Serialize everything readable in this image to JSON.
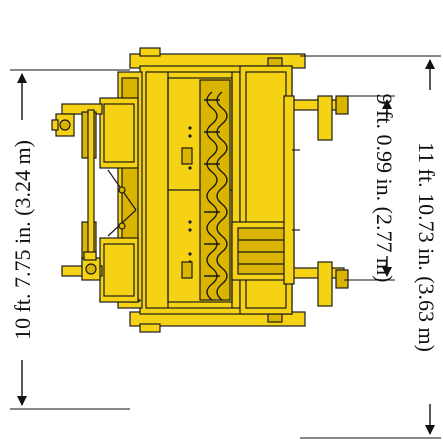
{
  "dimensions": {
    "overall_width": "10 ft. 7.75 in. (3.24 m)",
    "rotor_width": "9 ft. 0.99 in. (2.77 m)",
    "overall_length": "11 ft. 10.73 in. (3.63 m)"
  },
  "colors": {
    "body": "#f5d214",
    "body_dark": "#d9b400",
    "outline": "#1a1a1a",
    "dimension_line": "#111111",
    "background": "#ffffff"
  }
}
